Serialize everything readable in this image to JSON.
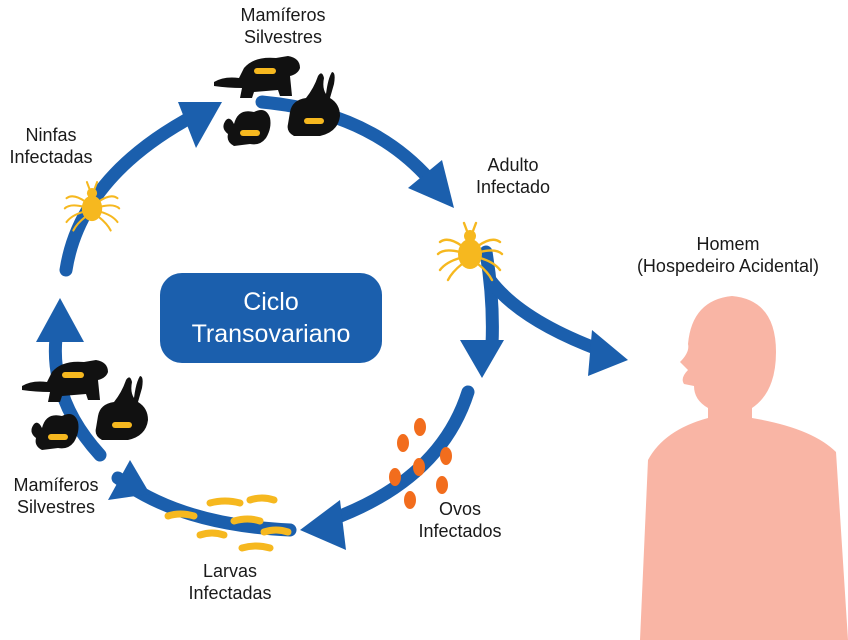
{
  "labels": {
    "mamiferos_top": [
      "Mamíferos",
      "Silvestres"
    ],
    "adulto": [
      "Adulto",
      "Infectado"
    ],
    "homem": [
      "Homem",
      "(Hospedeiro Acidental)"
    ],
    "ninfas": [
      "Ninfas",
      "Infectadas"
    ],
    "mamiferos_left": [
      "Mamíferos",
      "Silvestres"
    ],
    "larvas": [
      "Larvas",
      "Infectadas"
    ],
    "ovos": [
      "Ovos",
      "Infectados"
    ]
  },
  "center": {
    "line1": "Ciclo",
    "line2": "Transovariano"
  },
  "colors": {
    "arrow": "#1b5fad",
    "tick": "#f6b81f",
    "egg": "#f26d1d",
    "human": "#f9b5a5",
    "animal": "#111111"
  }
}
